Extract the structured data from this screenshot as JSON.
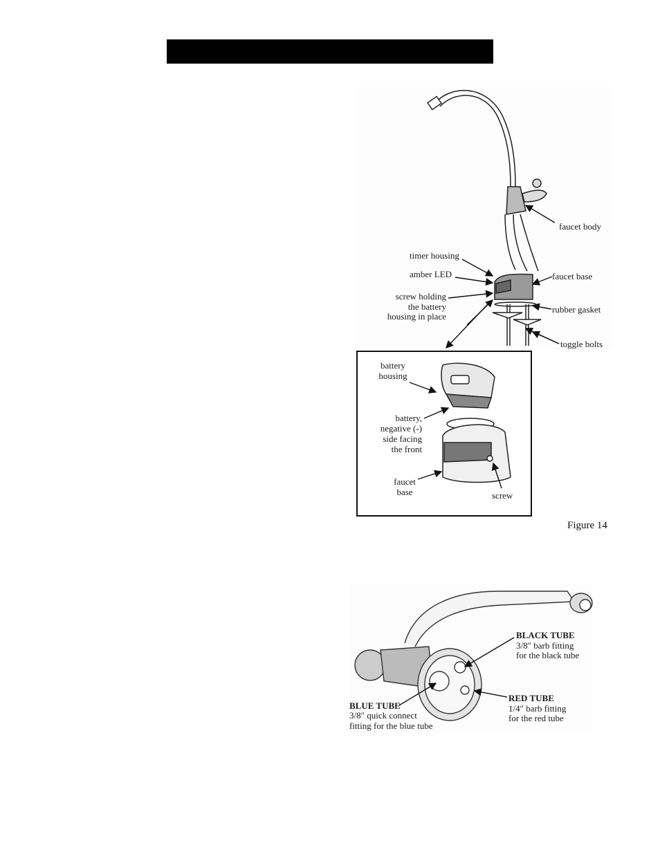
{
  "header": {
    "title": ""
  },
  "figure14": {
    "caption": "Figure 14",
    "labels": {
      "faucet_body": "faucet body",
      "timer_housing": "timer housing",
      "amber_led": "amber LED",
      "faucet_base": "faucet base",
      "screw_holding_1": "screw holding",
      "screw_holding_2": "the battery",
      "screw_holding_3": "housing in place",
      "rubber_gasket": "rubber gasket",
      "toggle_bolts": "toggle bolts",
      "battery_housing_1": "battery",
      "battery_housing_2": "housing",
      "battery_1": "battery,",
      "battery_2": "negative (-)",
      "battery_3": "side facing",
      "battery_4": "the front",
      "inset_faucet_base_1": "faucet",
      "inset_faucet_base_2": "base",
      "screw": "screw"
    }
  },
  "figure15": {
    "black_tube": {
      "title": "BLACK TUBE",
      "line1": "3/8″ barb fitting",
      "line2": "for the black tube"
    },
    "red_tube": {
      "title": "RED TUBE",
      "line1": "1/4″ barb fitting",
      "line2": "for the red tube"
    },
    "blue_tube": {
      "title": "BLUE TUBE",
      "line1": "3/8″ quick connect",
      "line2": "fitting for the blue tube"
    }
  }
}
